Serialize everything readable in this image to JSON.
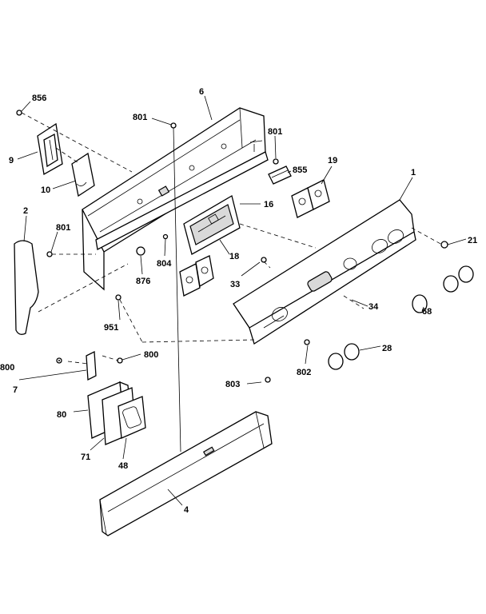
{
  "diagram": {
    "labels": {
      "p856": "856",
      "p9": "9",
      "p10": "10",
      "p801a": "801",
      "p6": "6",
      "p801b": "801",
      "p855": "855",
      "p19": "19",
      "p1": "1",
      "p2": "2",
      "p801c": "801",
      "p16": "16",
      "p21": "21",
      "p804": "804",
      "p876": "876",
      "p18": "18",
      "p33": "33",
      "p68": "68",
      "p34": "34",
      "p951": "951",
      "p28": "28",
      "p800a": "800",
      "p800b": "800",
      "p802": "802",
      "p7": "7",
      "p803": "803",
      "p80": "80",
      "p71": "71",
      "p48": "48",
      "p4": "4"
    }
  }
}
